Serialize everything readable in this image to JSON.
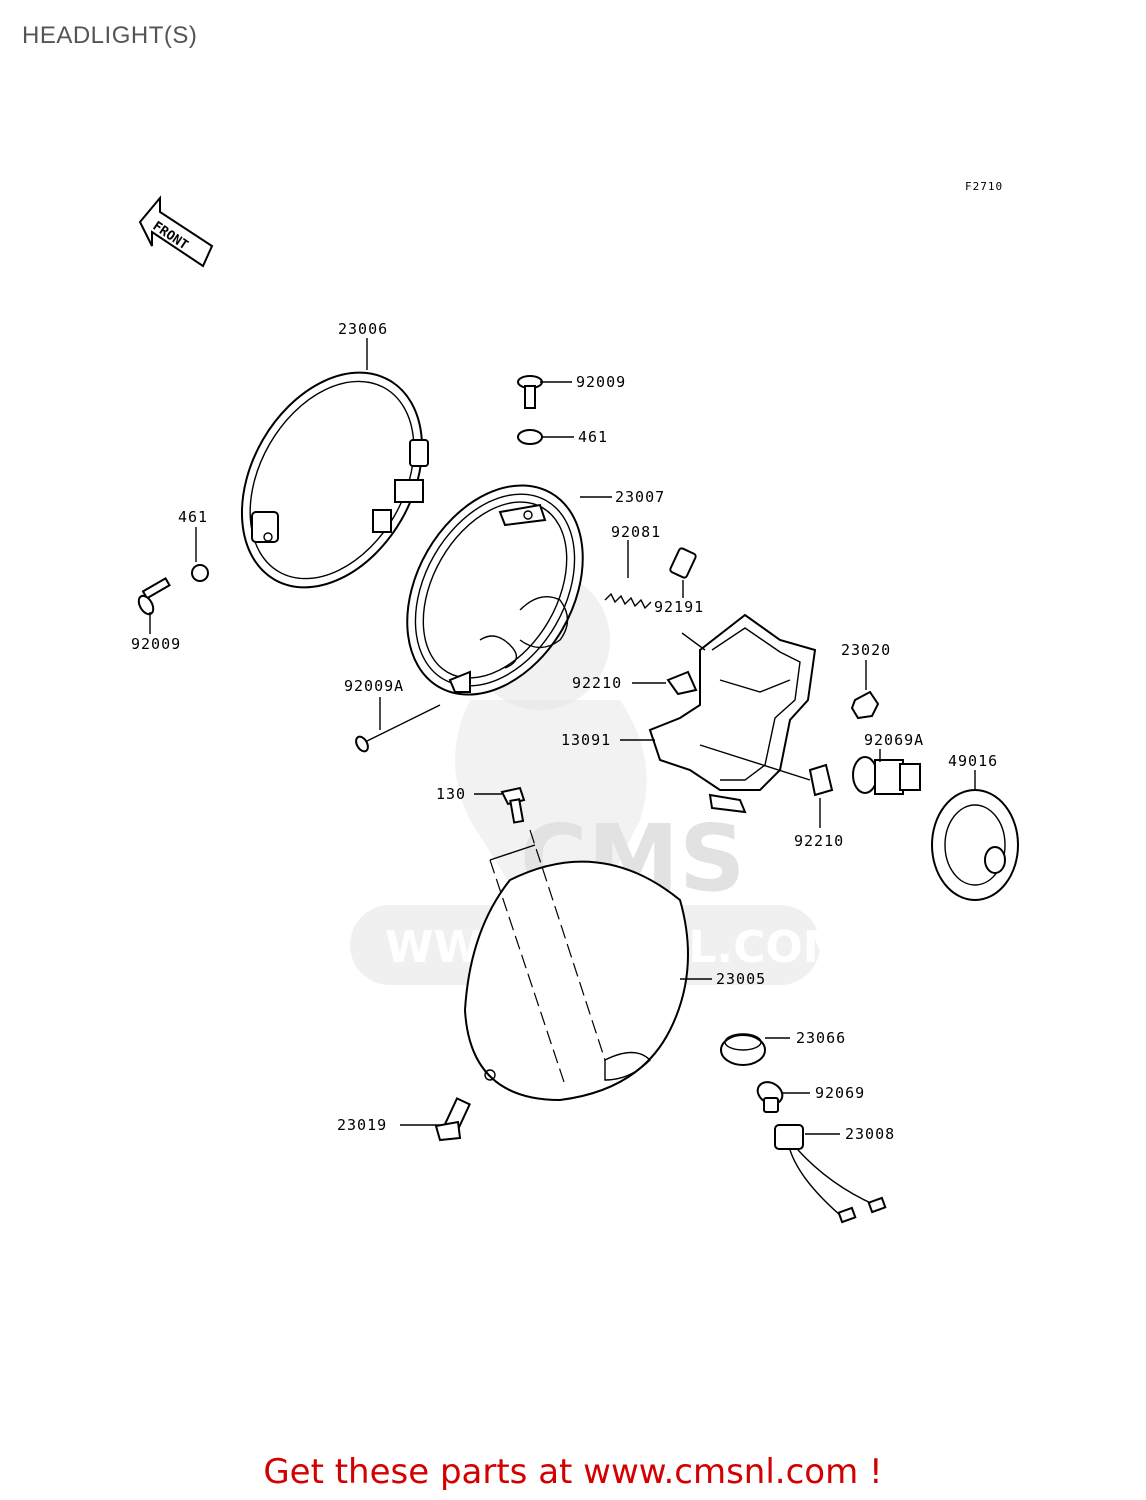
{
  "title": "HEADLIGHT(S)",
  "figure_code": "F2710",
  "front_label": "FRONT",
  "watermark": {
    "logo_text": "CMS",
    "url_text": "WWW.CMSNL.COM"
  },
  "parts": {
    "p23006": "23006",
    "p92009_top": "92009",
    "p461_top": "461",
    "p23007": "23007",
    "p92081": "92081",
    "p461_left": "461",
    "p92191": "92191",
    "p92009_left": "92009",
    "p23020": "23020",
    "p92210_top": "92210",
    "p92009A": "92009A",
    "p13091": "13091",
    "p92069A": "92069A",
    "p49016": "49016",
    "p130": "130",
    "p92210_bottom": "92210",
    "p23005": "23005",
    "p23066": "23066",
    "p92069": "92069",
    "p23019": "23019",
    "p23008": "23008"
  },
  "promo_text": "Get these parts at www.cmsnl.com !",
  "colors": {
    "promo": "#d40000",
    "title": "#555555",
    "watermark": "#e2e2e2"
  }
}
